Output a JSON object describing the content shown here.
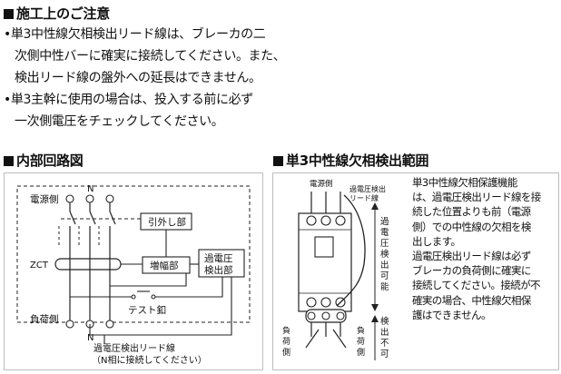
{
  "precautions": {
    "title": "施工上のご注意",
    "lines": [
      "•単3中性線欠相検出リード線は、ブレーカの二",
      "次側中性バーに確実に接続してください。また、",
      "検出リード線の盤外への延長はできません。",
      "•単3主幹に使用の場合は、投入する前に必ず",
      "一次側電圧をチェックしてください。"
    ]
  },
  "circuit": {
    "title": "内部回路図",
    "labels": {
      "source_side": "電源側",
      "load_side": "負荷側",
      "neutral_top": "N",
      "neutral_bottom": "N",
      "zct": "ZCT",
      "trip": "引外し部",
      "amplifier": "増幅部",
      "overvoltage_1": "過電圧",
      "overvoltage_2": "検出部",
      "test_button": "テスト釦",
      "lead_note_1": "過電圧検出リード線",
      "lead_note_2": "（N相に接続してください）"
    }
  },
  "detection": {
    "title": "単3中性線欠相検出範囲",
    "labels": {
      "source_side": "電源側",
      "lead_wire_1": "過電圧検出",
      "lead_wire_2": "リード線",
      "detectable": "過電圧検出可能",
      "not_detectable": "検出不可",
      "load_side_left": "負荷側",
      "load_side_right": "負荷側"
    },
    "description": [
      "単3中性線欠相保護機能",
      "は、過電圧検出リード線を接",
      "続した位置よりも前（電源",
      "側）での中性線の欠相を検",
      "出します。",
      "過電圧検出リード線は必ず",
      "ブレーカの負荷側に確実に",
      "接続してください。接続が不",
      "確実の場合、中性線欠相保",
      "護はできません。"
    ]
  }
}
